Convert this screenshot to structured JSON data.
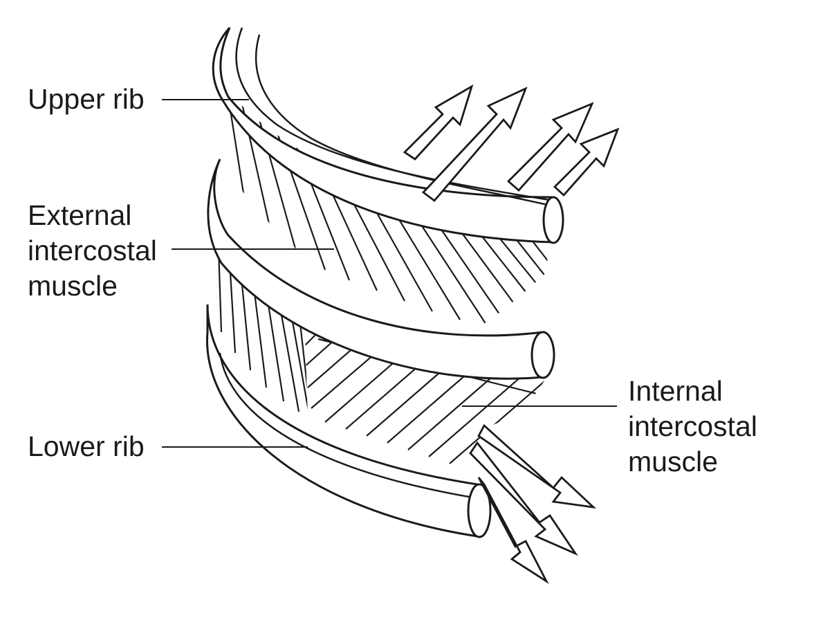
{
  "labels": {
    "upper_rib": "Upper rib",
    "external": {
      "line1": "External",
      "line2": "intercostal",
      "line3": "muscle"
    },
    "lower_rib": "Lower rib",
    "internal": {
      "line1": "Internal",
      "line2": "intercostal",
      "line3": "muscle"
    }
  },
  "colors": {
    "ink": "#1a1a1a",
    "background": "#ffffff"
  }
}
